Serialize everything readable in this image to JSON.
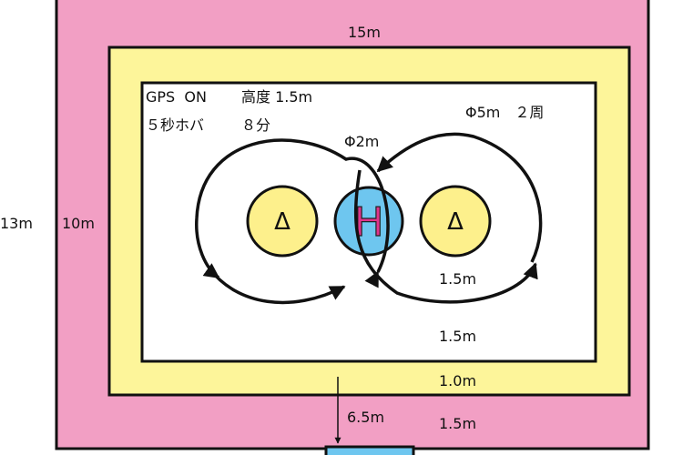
{
  "colors": {
    "outer_zone": "#f29fc4",
    "middle_zone": "#fdf59a",
    "inner_zone": "#ffffff",
    "helipad": "#6ec6ef",
    "helipad_letter": "#e0348c",
    "target_fill": "#fdf08c",
    "start_box": "#6ec6ef",
    "stroke": "#111111"
  },
  "icons": {
    "helipad": "helipad-h-icon",
    "target": "triangle-icon",
    "arrow": "arrowhead-icon"
  },
  "labels": {
    "outer_width": "15m",
    "outer_height": "13m",
    "inner_height": "10m",
    "gps": "GPS  ON",
    "altitude": "高度 1.5m",
    "hover": "５秒ホバ",
    "hover_time": "８分",
    "helipad_diameter": "Φ2m",
    "circle_spec": "Φ5m　２周",
    "dist_right_target": "1.5m",
    "dist_inner_bottom": "1.5m",
    "dist_middle_bottom": "1.0m",
    "start_distance": "6.5m",
    "dist_outer_bottom": "1.5m",
    "helipad_letter": "H",
    "target_symbol": "Δ"
  }
}
